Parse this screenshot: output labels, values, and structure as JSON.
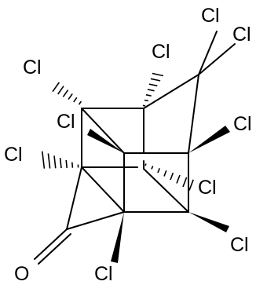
{
  "molecule": {
    "atoms": {
      "cl_1": "Cl",
      "cl_2": "Cl",
      "cl_3": "Cl",
      "cl_4": "Cl",
      "cl_5": "Cl",
      "cl_6": "Cl",
      "cl_7": "Cl",
      "cl_8": "Cl",
      "cl_9": "Cl",
      "cl_10": "Cl",
      "oxygen": "O"
    },
    "colors": {
      "ink": "#000000",
      "background": "#ffffff"
    }
  }
}
